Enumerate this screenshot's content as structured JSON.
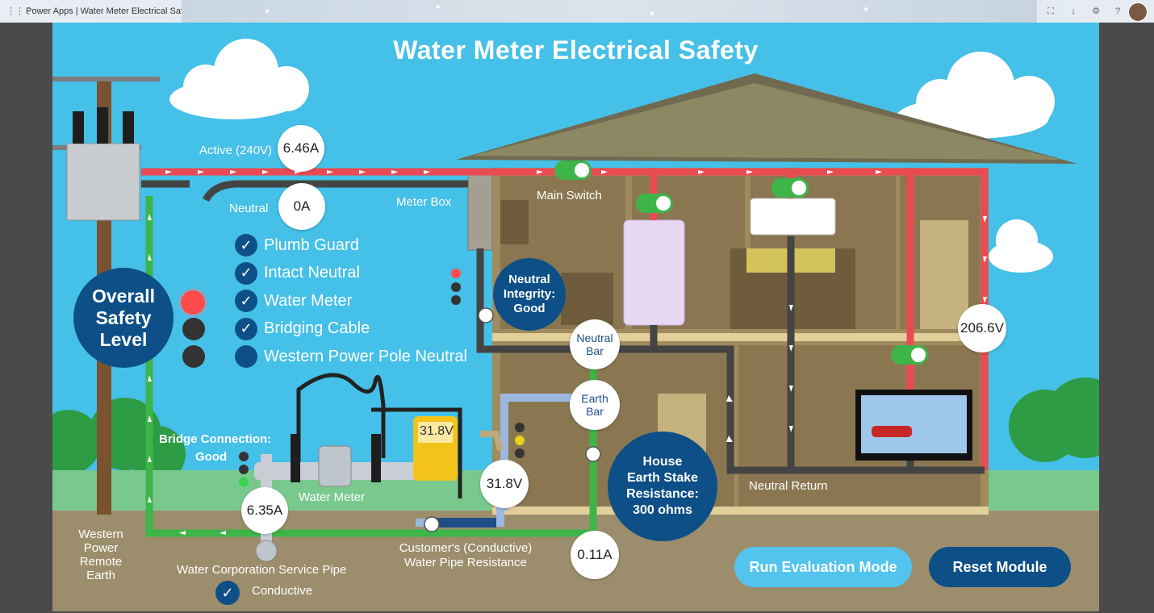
{
  "window": {
    "title": "Power Apps  |  Water Meter Electrical Safety",
    "icons": [
      "app-launcher-icon",
      "fit-screen-icon",
      "download-icon",
      "settings-icon",
      "help-icon"
    ]
  },
  "app": {
    "title": "Water Meter Electrical Safety",
    "labels": {
      "active": "Active (240V)",
      "neutral": "Neutral",
      "meter_box": "Meter Box",
      "main_switch": "Main Switch",
      "bridge_connection": "Bridge Connection:",
      "bridge_connection_status": "Good",
      "water_meter": "Water Meter",
      "neutral_return": "Neutral Return",
      "western_power_earth": "Western\nPower\nRemote\nEarth",
      "service_pipe": "Water Corporation Service Pipe",
      "conductive": "Conductive",
      "customer_pipe": "Customer's (Conductive)\nWater Pipe Resistance"
    },
    "readings": {
      "active_current": "6.46A",
      "neutral_current": "0A",
      "house_voltage": "206.6V",
      "meter_voltage": "31.8V",
      "pipe_voltage": "31.8V",
      "service_current": "6.35A",
      "earth_current": "0.11A"
    },
    "bars": {
      "neutral_bar": "Neutral\nBar",
      "earth_bar": "Earth\nBar"
    },
    "overall_safety": "Overall\nSafety\nLevel",
    "neutral_integrity": "Neutral\nIntegrity:\nGood",
    "earth_stake": "House\nEarth Stake\nResistance:\n300 ohms",
    "checklist": [
      {
        "label": "Plumb Guard",
        "checked": true
      },
      {
        "label": "Intact Neutral",
        "checked": true
      },
      {
        "label": "Water Meter",
        "checked": true
      },
      {
        "label": "Bridging Cable",
        "checked": true
      },
      {
        "label": "Western Power Pole Neutral",
        "checked": false
      }
    ],
    "buttons": {
      "run_evaluation": "Run Evaluation Mode",
      "reset": "Reset Module"
    },
    "colors": {
      "sky": "#45c0e8",
      "navy": "#0d4f86",
      "active_wire": "#e94b52",
      "earth_wire": "#3db548",
      "neutral_wire": "#444444",
      "light_red": "#ff4b4b",
      "light_yellow": "#e8d21a",
      "light_green": "#39d353",
      "run_button": "#52c4ee",
      "reset_button": "#0d4f86"
    }
  }
}
